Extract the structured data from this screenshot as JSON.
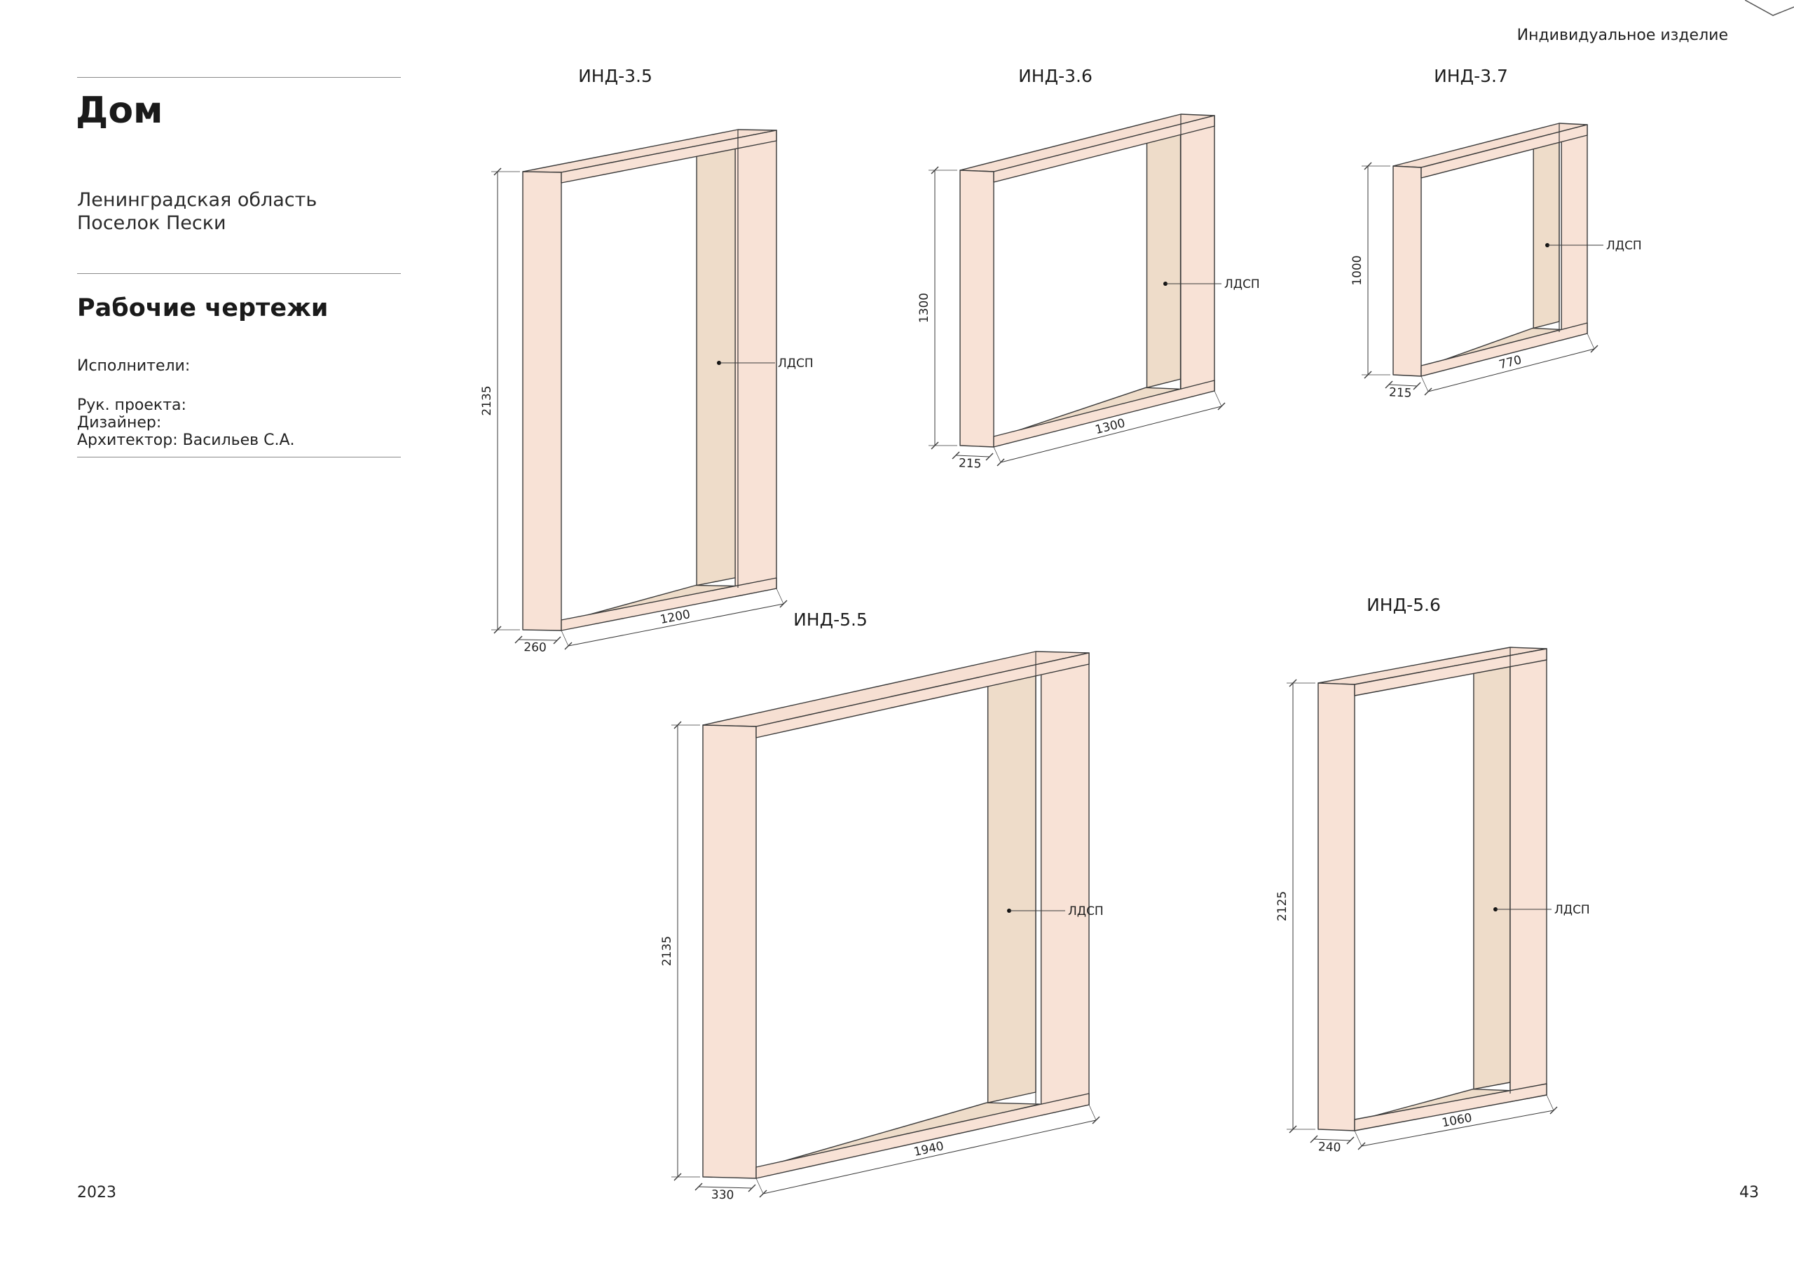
{
  "header": {
    "title": "Индивидуальное изделие"
  },
  "sidebar": {
    "project_title": "Дом",
    "location_line1": "Ленинградская область",
    "location_line2": "Поселок Пески",
    "section_title": "Рабочие чертежи",
    "executors_label": "Исполнители:",
    "project_lead_label": "Рук. проекта:",
    "designer_label": "Дизайнер:",
    "architect_label": "Архитектор: Васильев С.А."
  },
  "footer": {
    "year": "2023",
    "page_number": "43"
  },
  "colors": {
    "panel_front": "#f8e2d6",
    "panel_side": "#f3ddcf",
    "panel_top": "#f6dfd2",
    "panel_inner": "#eedcc9",
    "line": "#3a3a3a"
  },
  "items": [
    {
      "tag": "ИНД-3.5",
      "height": "2135",
      "depth": "260",
      "width": "1200",
      "material": "ЛДСП"
    },
    {
      "tag": "ИНД-3.6",
      "height": "1300",
      "depth": "215",
      "width": "1300",
      "material": "ЛДСП"
    },
    {
      "tag": "ИНД-3.7",
      "height": "1000",
      "depth": "215",
      "width": "770",
      "material": "ЛДСП"
    },
    {
      "tag": "ИНД-5.5",
      "height": "2135",
      "depth": "330",
      "width": "1940",
      "material": "ЛДСП"
    },
    {
      "tag": "ИНД-5.6",
      "height": "2125",
      "depth": "240",
      "width": "1060",
      "material": "ЛДСП"
    }
  ]
}
